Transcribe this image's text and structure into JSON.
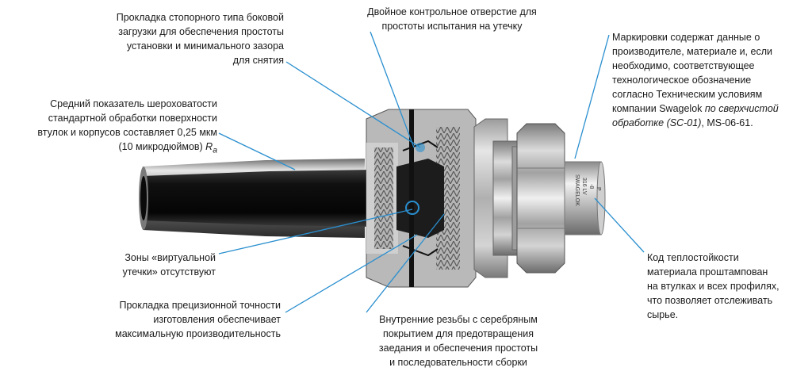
{
  "callouts": {
    "side_gasket": [
      "Прокладка стопорного типа боковой",
      "загрузки для обеспечения простоты",
      "установки и минимального зазора",
      "для снятия"
    ],
    "test_port": [
      "Двойное контрольное отверстие для",
      "простоты испытания на утечку"
    ],
    "markings": {
      "lines": [
        "Маркировки содержат данные о",
        "производителе, материале и, если",
        "необходимо, соответствующее",
        "технологическое обозначение",
        "согласно Техническим условиям"
      ],
      "company": "компании Swagelok ",
      "spec_italic_1": "по сверхчистой",
      "spec_italic_2": "обработке (SC-01)",
      "spec_tail": ", MS-06-61."
    },
    "roughness": {
      "lines": [
        "Средний показатель шероховатости",
        "стандартной обработки поверхности",
        "втулок и корпусов составляет 0,25 мкм"
      ],
      "last": "(10 микродюймов) ",
      "symbol_R": "R",
      "symbol_sub": "a"
    },
    "heat_code": [
      "Код теплостойкости",
      "материала проштампован",
      "на втулках и всех профилях,",
      "что позволяет отслеживать",
      "сырье."
    ],
    "virtual_leak": [
      "Зоны «виртуальной",
      "утечки» отсутствуют"
    ],
    "precision_gasket": [
      "Прокладка прецизионной точности",
      "изготовления обеспечивает",
      "максимальную производительность"
    ],
    "threads": [
      "Внутренние резьбы с серебряным",
      "покрытием для предотвращения",
      "заедания и обеспечения простоты",
      "и последовательности сборки"
    ]
  },
  "part_marking": [
    "SWAGELOK",
    "316 LV",
    "-8",
    "P"
  ],
  "colors": {
    "leader": "#2a8fcf",
    "steel_dark": "#3a3a3a",
    "steel_mid": "#8f8f8f",
    "steel_light": "#d8d8d8"
  }
}
